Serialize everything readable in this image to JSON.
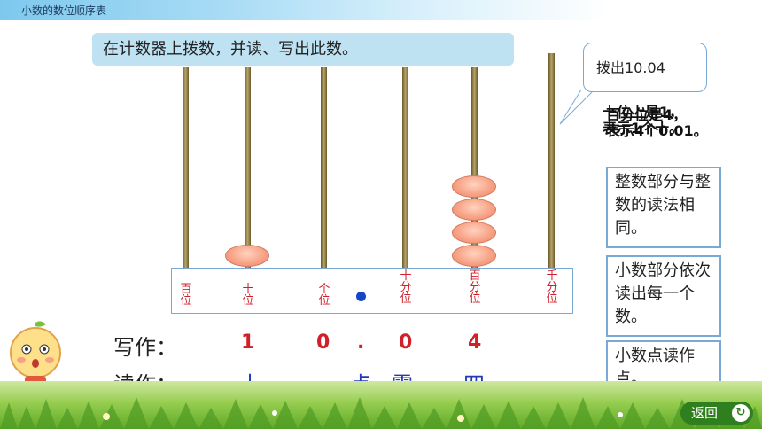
{
  "header": {
    "title": "小数的数位顺序表"
  },
  "instruction": "在计数器上拨数，并读、写出此数。",
  "abacus": {
    "places": [
      "百位",
      "十位",
      "个位",
      "十分位",
      "百分位",
      "千分位"
    ],
    "beads": [
      0,
      1,
      0,
      0,
      4,
      0
    ]
  },
  "write": {
    "label": "写作：",
    "digits": [
      "1",
      "0",
      ".",
      "0",
      "4"
    ]
  },
  "read": {
    "label": "读作：",
    "parts": [
      "一十",
      "点",
      "零",
      "四"
    ]
  },
  "callout": {
    "text": "拨出10.04"
  },
  "overlap_notes": [
    "十位上是1，",
    "表示1个十。",
    "百分位是4，",
    "表示4个0.01。"
  ],
  "notes": [
    "整数部分与整数的读法相同。",
    "小数部分依次读出每一个数。",
    "小数点读作点。"
  ],
  "footer": {
    "back_label": "返回",
    "back_icon": "refresh-icon"
  }
}
